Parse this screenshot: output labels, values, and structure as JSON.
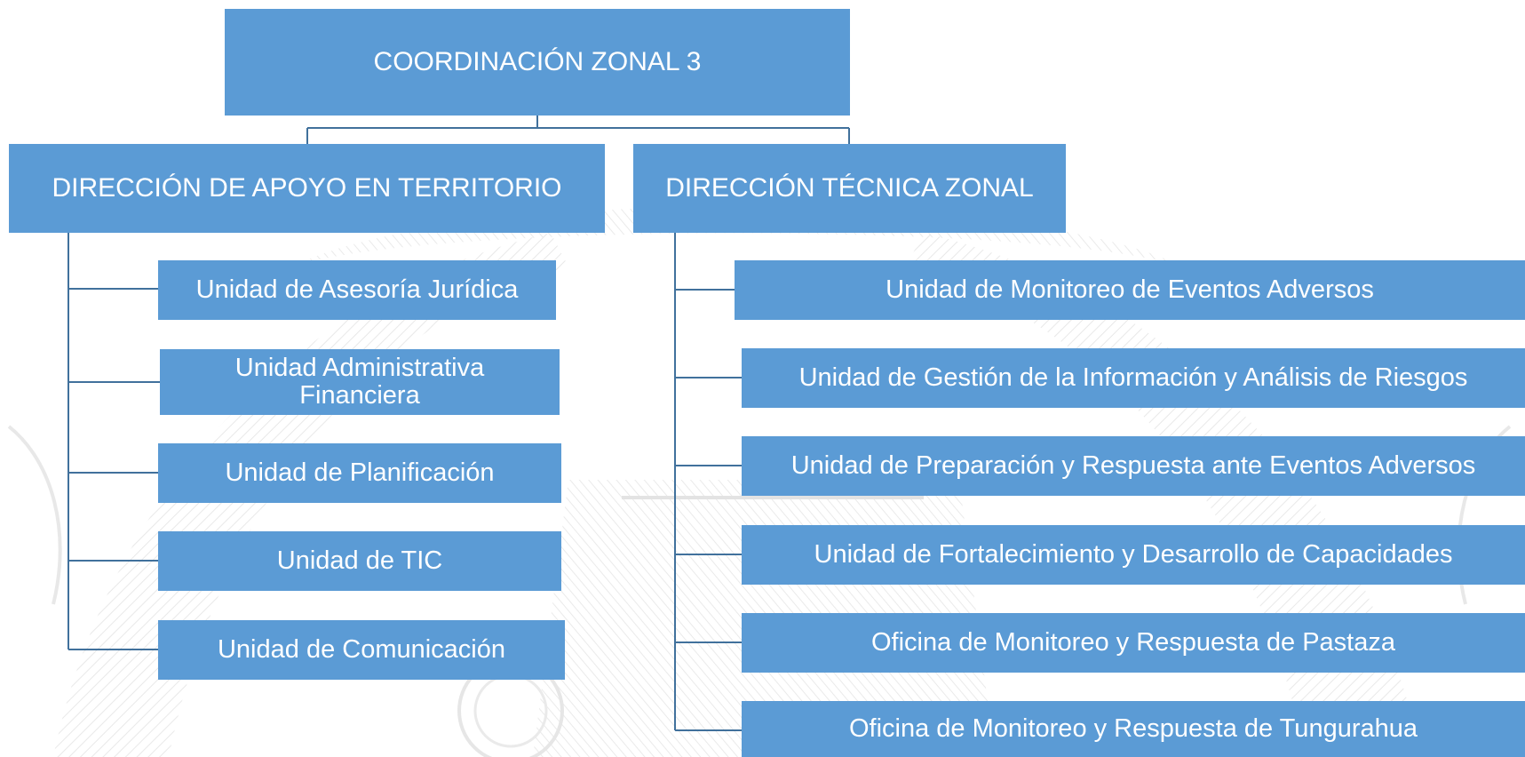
{
  "org_chart": {
    "root": {
      "label": "COORDINACIÓN ZONAL 3"
    },
    "directions": [
      {
        "label": "DIRECCIÓN DE APOYO EN TERRITORIO",
        "units": [
          "Unidad de Asesoría Jurídica",
          "Unidad Administrativa Financiera",
          "Unidad de Planificación",
          "Unidad de TIC",
          "Unidad de Comunicación"
        ]
      },
      {
        "label": "DIRECCIÓN TÉCNICA ZONAL",
        "units": [
          "Unidad de Monitoreo de Eventos Adversos",
          "Unidad de Gestión de la Información y Análisis de Riesgos",
          "Unidad de Preparación y Respuesta ante Eventos Adversos",
          "Unidad de Fortalecimiento y Desarrollo de Capacidades",
          "Oficina de Monitoreo y Respuesta de Pastaza",
          "Oficina de Monitoreo y Respuesta de Tungurahua"
        ]
      }
    ]
  },
  "colors": {
    "box_fill": "#5b9bd5",
    "box_text": "#ffffff",
    "connector": "#41719c",
    "watermark": "#e3e3e3"
  }
}
